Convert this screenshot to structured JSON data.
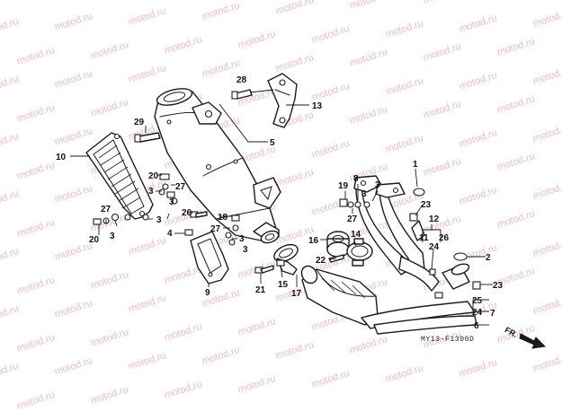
{
  "watermark": {
    "text": "motod.ru",
    "color": "#e9a0a0"
  },
  "diagram_code": "MY13-F1300D",
  "direction_label": "FR.",
  "callouts": {
    "1": "1",
    "2": "2",
    "3": "3",
    "4": "4",
    "5": "5",
    "6": "6",
    "7": "7",
    "8": "8",
    "9": "9",
    "10": "10",
    "11": "11",
    "12": "12",
    "13": "13",
    "15": "15",
    "16": "16",
    "17": "17",
    "18": "18",
    "19": "19",
    "20": "20",
    "21": "21",
    "22": "22",
    "23": "23",
    "24": "24",
    "25": "25",
    "26": "26",
    "27": "27",
    "28": "28",
    "29": "29"
  },
  "icons": {
    "direction_arrow": "arrow-right-down-icon"
  }
}
